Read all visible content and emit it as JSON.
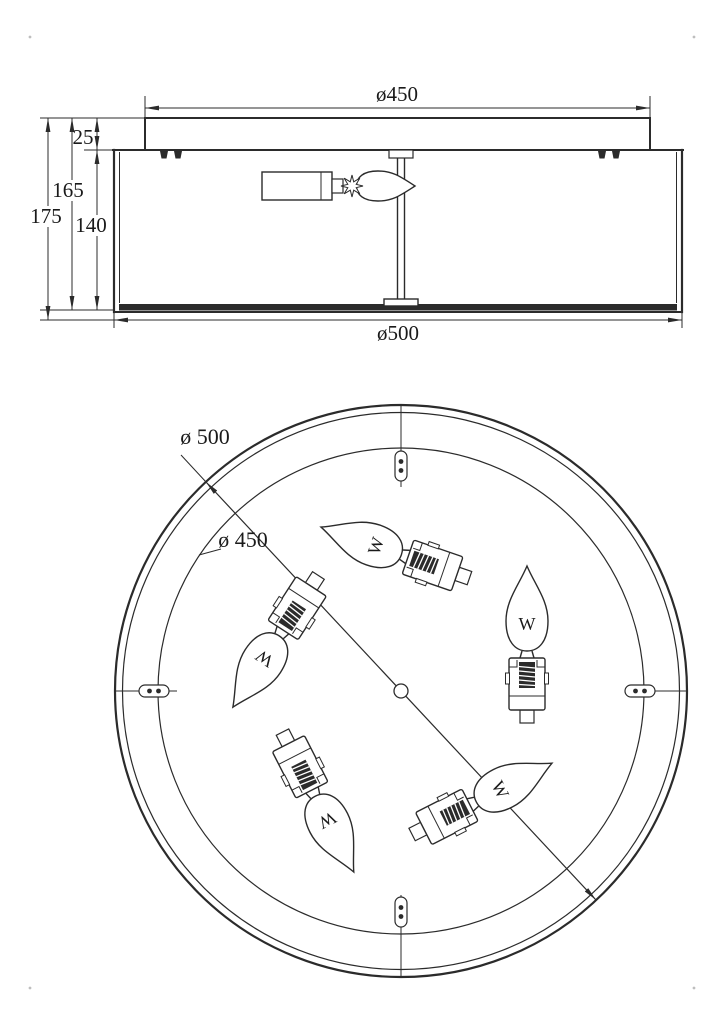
{
  "side_view": {
    "top_diameter_label": "ø450",
    "canopy_height_label": "25",
    "inner_height_label": "165",
    "total_height_label": "175",
    "drum_height_label": "140",
    "bottom_diameter_label": "ø500"
  },
  "plan_view": {
    "outer_diameter_label": "ø 500",
    "inner_diameter_label": "ø 450",
    "filament_symbol": "W",
    "bulb_count": 5,
    "clip_count": 4
  },
  "colors": {
    "line": "#2b2b2b",
    "background": "#ffffff"
  }
}
